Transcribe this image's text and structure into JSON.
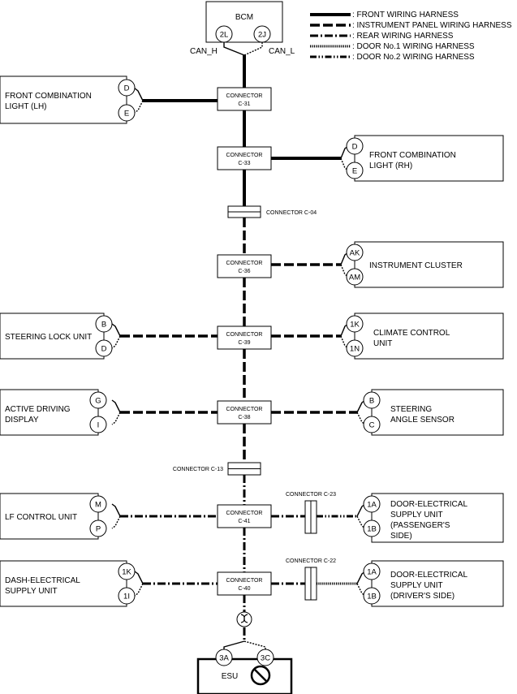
{
  "legend": {
    "front": ": FRONT WIRING HARNESS",
    "ip": ": INSTRUMENT PANEL WIRING HARNESS",
    "rear": ": REAR WIRING HARNESS",
    "door1": ": DOOR No.1 WIRING HARNESS",
    "door2": ": DOOR No.2 WIRING HARNESS"
  },
  "bcm": {
    "title": "BCM",
    "pin_l": "2L",
    "pin_r": "2J",
    "can_h": "CAN_H",
    "can_l": "CAN_L"
  },
  "connectors": {
    "c31": [
      "CONNECTOR",
      "C-31"
    ],
    "c33": [
      "CONNECTOR",
      "C-33"
    ],
    "c04": "CONNECTOR C-04",
    "c36": [
      "CONNECTOR",
      "C-36"
    ],
    "c39": [
      "CONNECTOR",
      "C-39"
    ],
    "c38": [
      "CONNECTOR",
      "C-38"
    ],
    "c13": "CONNECTOR C-13",
    "c41": [
      "CONNECTOR",
      "C-41"
    ],
    "c40": [
      "CONNECTOR",
      "C-40"
    ],
    "c23": "CONNECTOR C-23",
    "c22": "CONNECTOR C-22"
  },
  "units": {
    "fcl_lh": {
      "lines": [
        "FRONT COMBINATION",
        "LIGHT (LH)"
      ],
      "pins": [
        "D",
        "E"
      ]
    },
    "fcl_rh": {
      "lines": [
        "FRONT COMBINATION",
        "LIGHT (RH)"
      ],
      "pins": [
        "D",
        "E"
      ]
    },
    "cluster": {
      "lines": [
        "INSTRUMENT CLUSTER"
      ],
      "pins": [
        "AK",
        "AM"
      ]
    },
    "steering_lock": {
      "lines": [
        "STEERING LOCK UNIT"
      ],
      "pins": [
        "B",
        "D"
      ]
    },
    "climate": {
      "lines": [
        "CLIMATE CONTROL",
        "UNIT"
      ],
      "pins": [
        "1K",
        "1N"
      ]
    },
    "add": {
      "lines": [
        "ACTIVE DRIVING",
        "DISPLAY"
      ],
      "pins": [
        "G",
        "I"
      ]
    },
    "sas": {
      "lines": [
        "STEERING",
        "ANGLE SENSOR"
      ],
      "pins": [
        "B",
        "C"
      ]
    },
    "lf": {
      "lines": [
        "LF CONTROL UNIT"
      ],
      "pins": [
        "M",
        "P"
      ]
    },
    "desu_pass": {
      "lines": [
        "DOOR-ELECTRICAL",
        "SUPPLY UNIT",
        "(PASSENGER'S",
        "SIDE)"
      ],
      "pins": [
        "1A",
        "1B"
      ]
    },
    "dash": {
      "lines": [
        "DASH-ELECTRICAL",
        "SUPPLY UNIT"
      ],
      "pins": [
        "1K",
        "1I"
      ]
    },
    "desu_drv": {
      "lines": [
        "DOOR-ELECTRICAL",
        "SUPPLY UNIT",
        "(DRIVER'S SIDE)"
      ],
      "pins": [
        "1A",
        "1B"
      ]
    },
    "esu": {
      "lines": [
        "ESU"
      ],
      "pins": [
        "3A",
        "3C"
      ]
    }
  },
  "icons": [
    "prohibited-icon",
    "twisted-pair-icon"
  ]
}
